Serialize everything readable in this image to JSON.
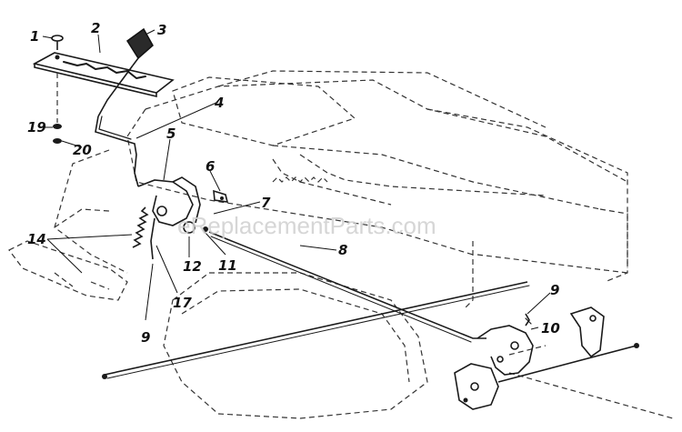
{
  "watermark": "eReplacementParts.com",
  "callouts": {
    "c1": "1",
    "c2": "2",
    "c3": "3",
    "c4": "4",
    "c5": "5",
    "c6": "6",
    "c7": "7",
    "c8": "8",
    "c9a": "9",
    "c9b": "9",
    "c10": "10",
    "c11": "11",
    "c12": "12",
    "c14": "14",
    "c17": "17",
    "c19": "19",
    "c20": "20"
  },
  "colors": {
    "ink": "#1a1a1a",
    "paper": "#ffffff",
    "watermark": "#cfcfcf"
  }
}
